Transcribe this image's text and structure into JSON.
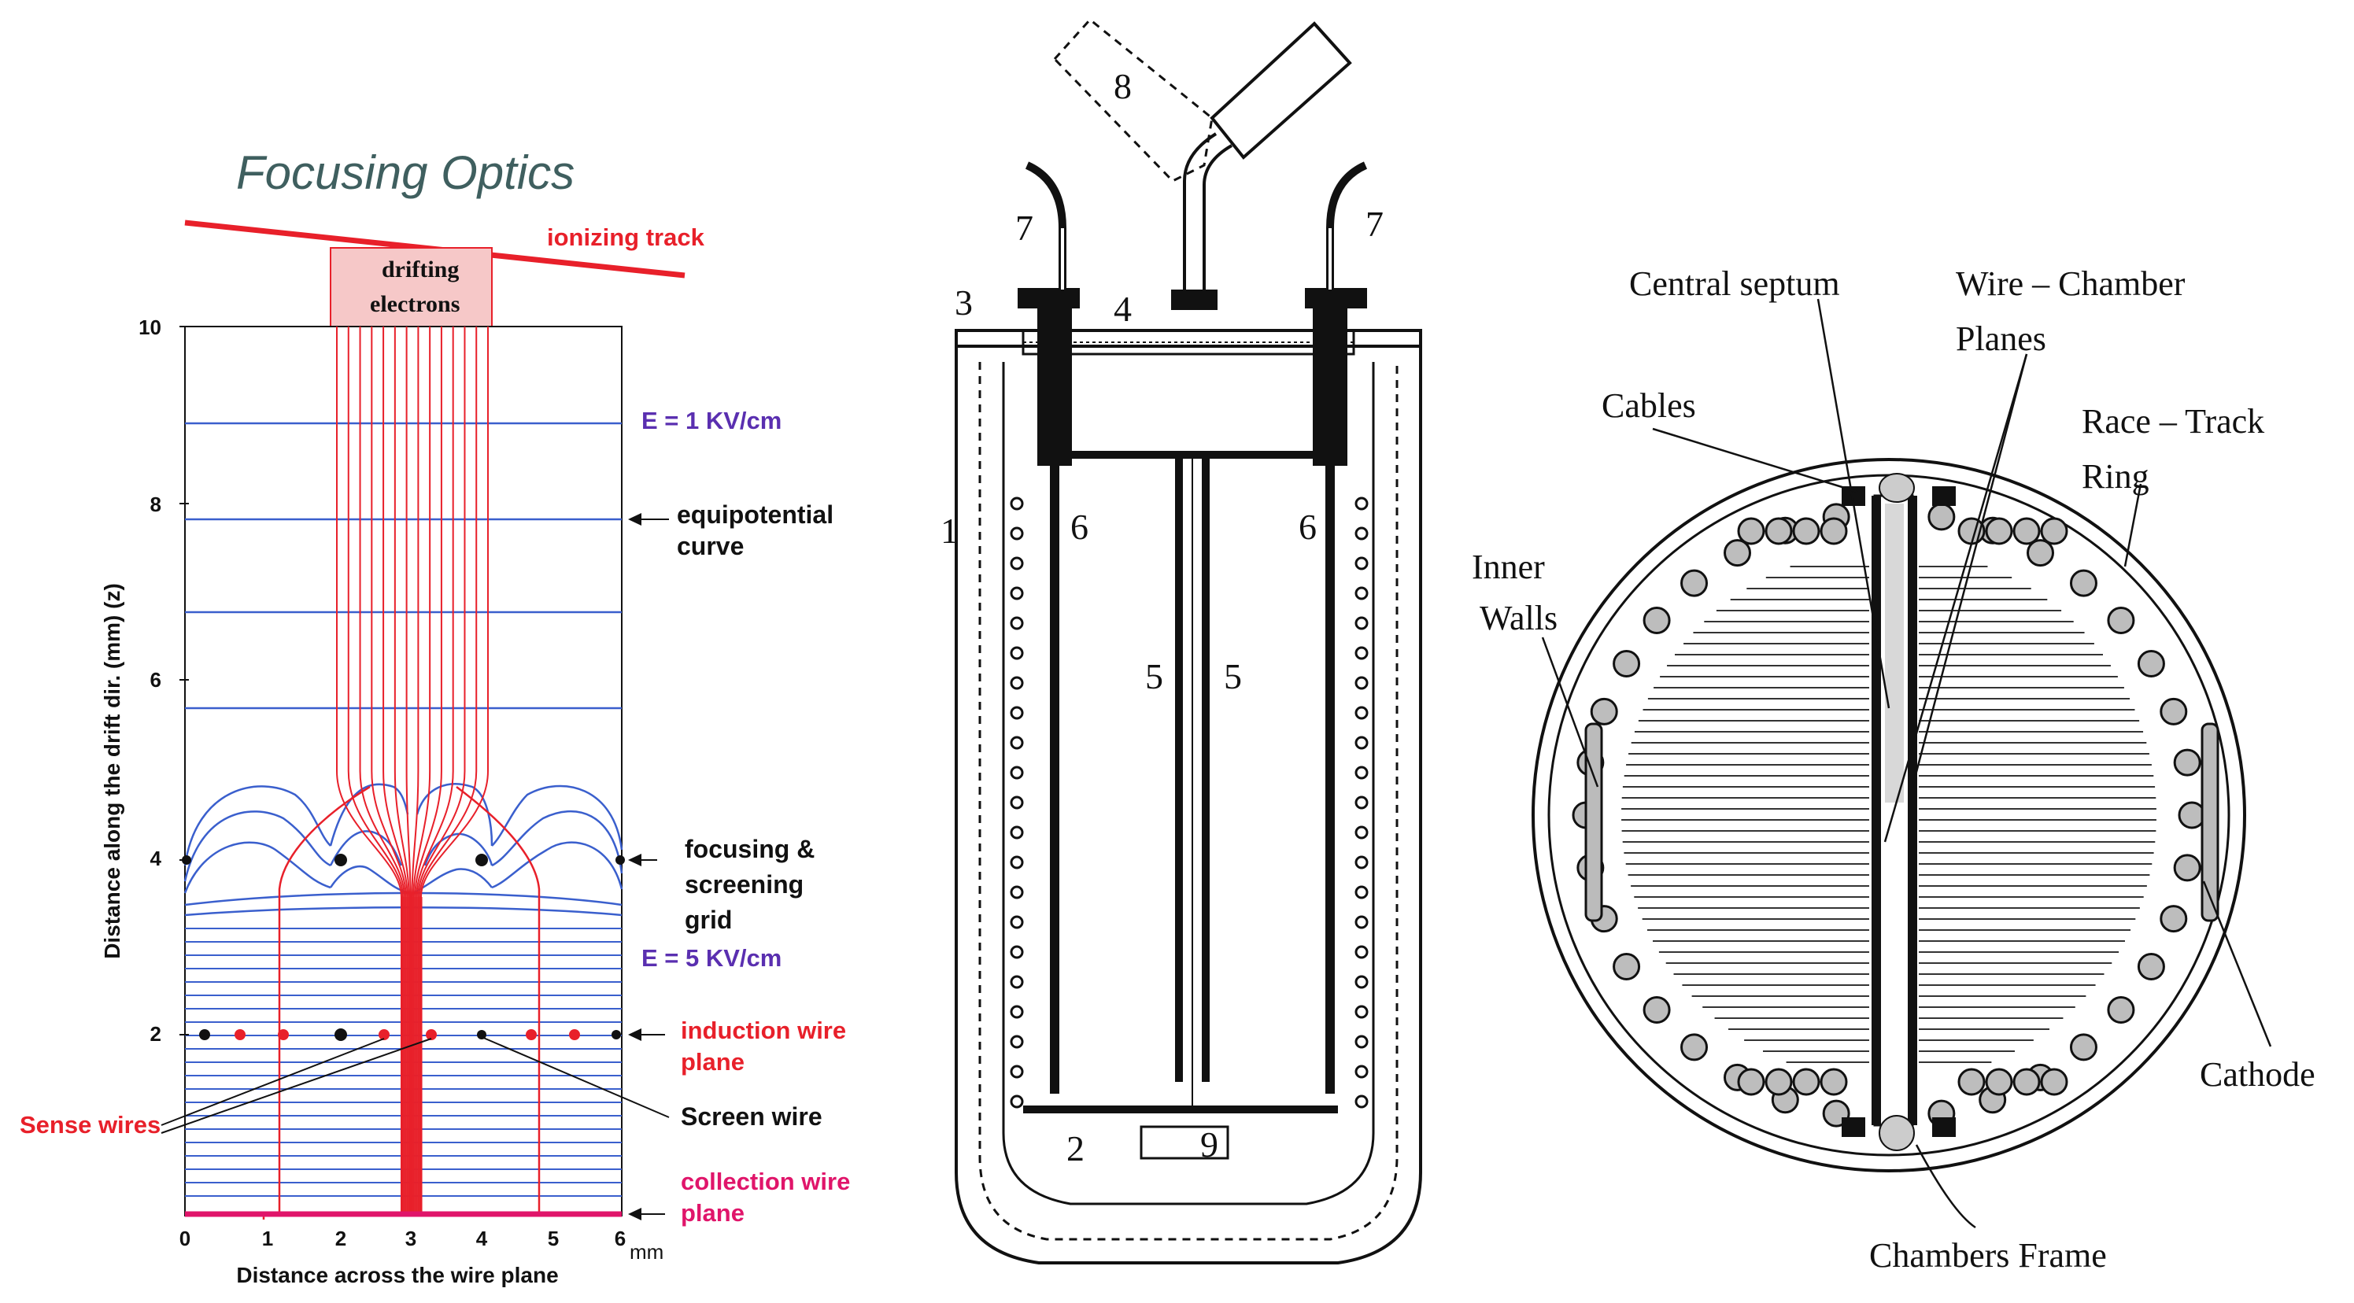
{
  "colors": {
    "red": "#e8202a",
    "blue": "#3a5fcd",
    "purple": "#5a2fb0",
    "magenta": "#e0156a",
    "pink_fill": "#f6c8c8",
    "black": "#111111"
  },
  "focusing_optics": {
    "title": "Focusing Optics",
    "ionizing_track": "ionizing track",
    "drifting_line1": "drifting",
    "drifting_line2": "electrons",
    "e_field_1": "E = 1 KV/cm",
    "e_field_5": "E = 5 KV/cm",
    "equipotential_line1": "equipotential",
    "equipotential_line2": "curve",
    "focusing_line1": "focusing &",
    "focusing_line2": "screening",
    "focusing_line3": "grid",
    "induction_line1": "induction wire",
    "induction_line2": "plane",
    "sense_wires": "Sense wires",
    "screen_wire": "Screen wire",
    "collection_line1": "collection wire",
    "collection_line2": "plane",
    "y_axis_label": "Distance along the drift dir. (mm) (z)",
    "x_axis_label": "Distance across the wire plane",
    "x_unit": "mm",
    "y_ticks": [
      "10",
      "8",
      "6",
      "4",
      "2"
    ],
    "x_ticks": [
      "0",
      "1",
      "2",
      "3",
      "4",
      "5",
      "6"
    ]
  },
  "cryostat": {
    "labels": [
      "1",
      "2",
      "3",
      "4",
      "5",
      "5",
      "6",
      "6",
      "7",
      "7",
      "8",
      "9"
    ]
  },
  "chamber": {
    "central_septum": "Central septum",
    "wire_chamber_line1": "Wire – Chamber",
    "wire_chamber_line2": "Planes",
    "cables": "Cables",
    "race_track_line1": "Race – Track",
    "race_track_line2": "Ring",
    "inner_walls_line1": "Inner",
    "inner_walls_line2": "Walls",
    "cathode": "Cathode",
    "chambers_frame": "Chambers Frame"
  }
}
